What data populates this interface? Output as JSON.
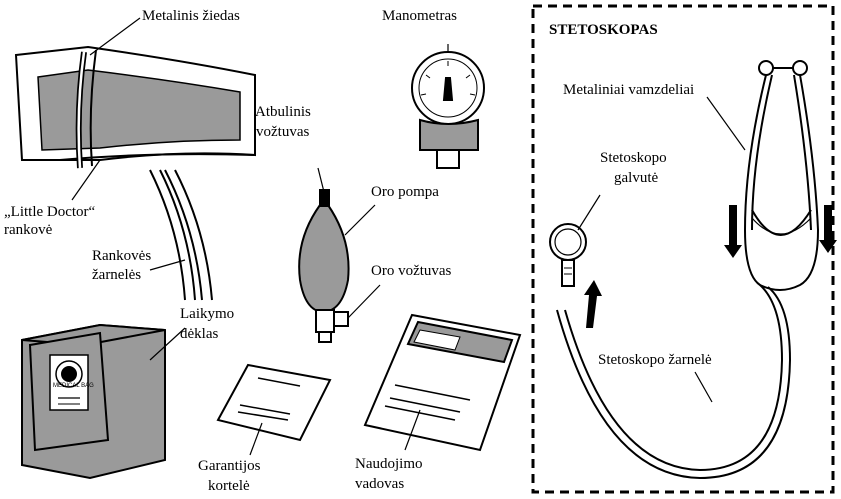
{
  "colors": {
    "gray": "#9a9a9a",
    "stroke": "#000000",
    "background": "#ffffff"
  },
  "labels": {
    "metal_ring": "Metalinis žiedas",
    "manometer": "Manometras",
    "check_valve_1": "Atbulinis",
    "check_valve_2": "vožtuvas",
    "cuff_1": "„Little Doctor“",
    "cuff_2": "rankovė",
    "air_pump": "Oro pompa",
    "cuff_tubes_1": "Rankovės",
    "cuff_tubes_2": "žarnelės",
    "air_valve": "Oro vožtuvas",
    "case_1": "Laikymo",
    "case_2": "dėklas",
    "warranty_1": "Garantijos",
    "warranty_2": "kortelė",
    "manual_1": "Naudojimo",
    "manual_2": "vadovas"
  },
  "stethoscope": {
    "title": "STETOSKOPAS",
    "metal_tubes": "Metaliniai vamzdeliai",
    "head_1": "Stetoskopo",
    "head_2": "galvutė",
    "tubing": "Stetoskopo žarnelė"
  },
  "case_logo": {
    "line1": "MEDICAL BAG"
  }
}
